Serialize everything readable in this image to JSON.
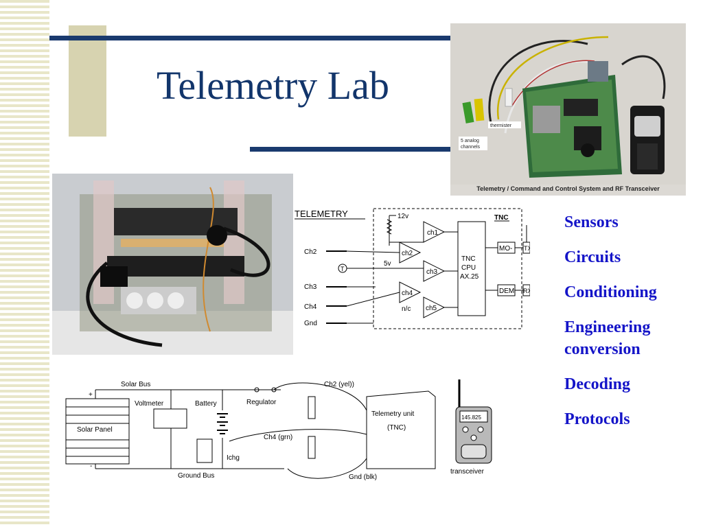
{
  "slide": {
    "title": "Telemetry Lab",
    "colors": {
      "title": "#12356b",
      "rule": "#1a3a6e",
      "accent": "#d7d3b0",
      "topics": "#1414c8"
    }
  },
  "topics": [
    "Sensors",
    "Circuits",
    "Conditioning",
    "Engineering\nconversion",
    "Decoding",
    "Protocols"
  ],
  "board_photo": {
    "caption": "Telemetry / Command and Control System and RF Transceiver",
    "labels": {
      "thermister": "thermister",
      "analog": "5 analog\nchannels"
    }
  },
  "telemetry_diagram": {
    "title": "TELEMETRY",
    "tnc_label": "TNC",
    "supply_12v": "12v",
    "supply_5v": "5v",
    "t_label": "T",
    "inputs": [
      "Ch2",
      "Ch3",
      "Ch4",
      "Gnd"
    ],
    "amps": [
      "ch1",
      "ch2",
      "ch3",
      "ch4",
      "ch5"
    ],
    "nc_label": "n/c",
    "cpu": [
      "TNC",
      "CPU",
      "AX.25"
    ],
    "mod": "MO-",
    "dem": "DEM",
    "tx": "TX",
    "rx": "RX"
  },
  "power_diagram": {
    "solar_bus": "Solar Bus",
    "plus": "+",
    "minus": "-",
    "solar_panel": "Solar Panel",
    "voltmeter": "Voltmeter",
    "battery": "Battery",
    "regulator": "Regulator",
    "ichg": "Ichg",
    "ground_bus": "Ground Bus",
    "ch2": "Ch2 (yel))",
    "ch4": "Ch4 (grn)",
    "gnd": "Gnd (blk)",
    "unit": [
      "Telemetry unit",
      "(TNC)"
    ],
    "radio_freq": "145.825",
    "transceiver": "transceiver"
  }
}
